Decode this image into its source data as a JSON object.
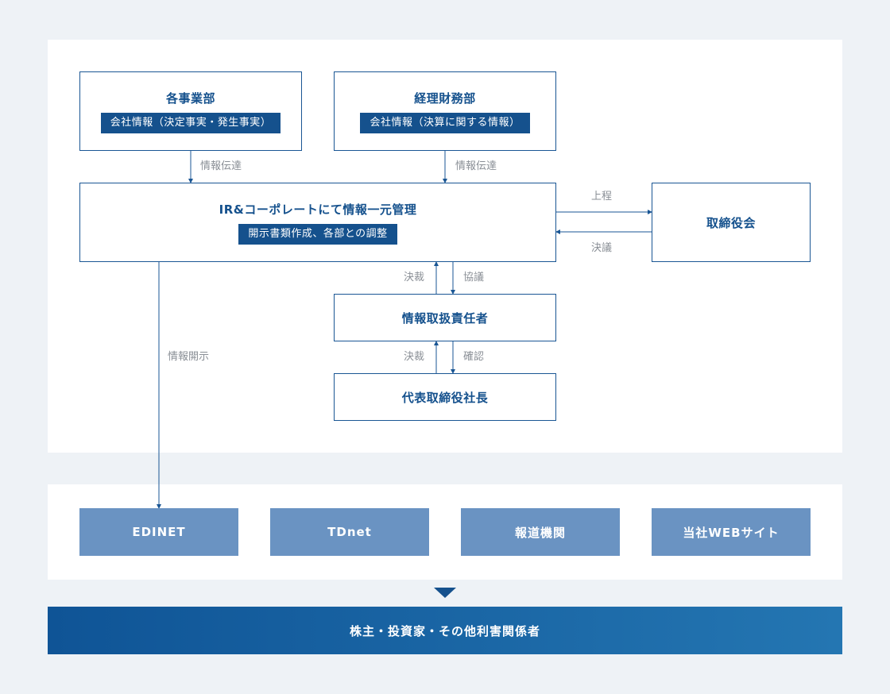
{
  "nodes": {
    "business_units": {
      "title": "各事業部",
      "tag": "会社情報（決定事実・発生事実）"
    },
    "finance": {
      "title": "経理財務部",
      "tag": "会社情報（決算に関する情報）"
    },
    "ir_corporate": {
      "title": "IR&コーポレートにて情報一元管理",
      "tag": "開示書類作成、各部との調整"
    },
    "board": {
      "title": "取締役会"
    },
    "info_officer": {
      "title": "情報取扱責任者"
    },
    "president": {
      "title": "代表取締役社長"
    }
  },
  "edge_labels": {
    "info_transfer_left": "情報伝達",
    "info_transfer_right": "情報伝達",
    "submit": "上程",
    "resolution": "決議",
    "decision_up_1": "決裁",
    "consult": "協議",
    "decision_up_2": "決裁",
    "confirm": "確認",
    "disclosure": "情報開示"
  },
  "channels": [
    "EDINET",
    "TDnet",
    "報道機関",
    "当社WEBサイト"
  ],
  "audience": "株主・投資家・その他利害関係者",
  "colors": {
    "accent": "#15518d",
    "channel": "#6a93c2",
    "background": "#eef2f6",
    "label": "#8a8f96"
  }
}
